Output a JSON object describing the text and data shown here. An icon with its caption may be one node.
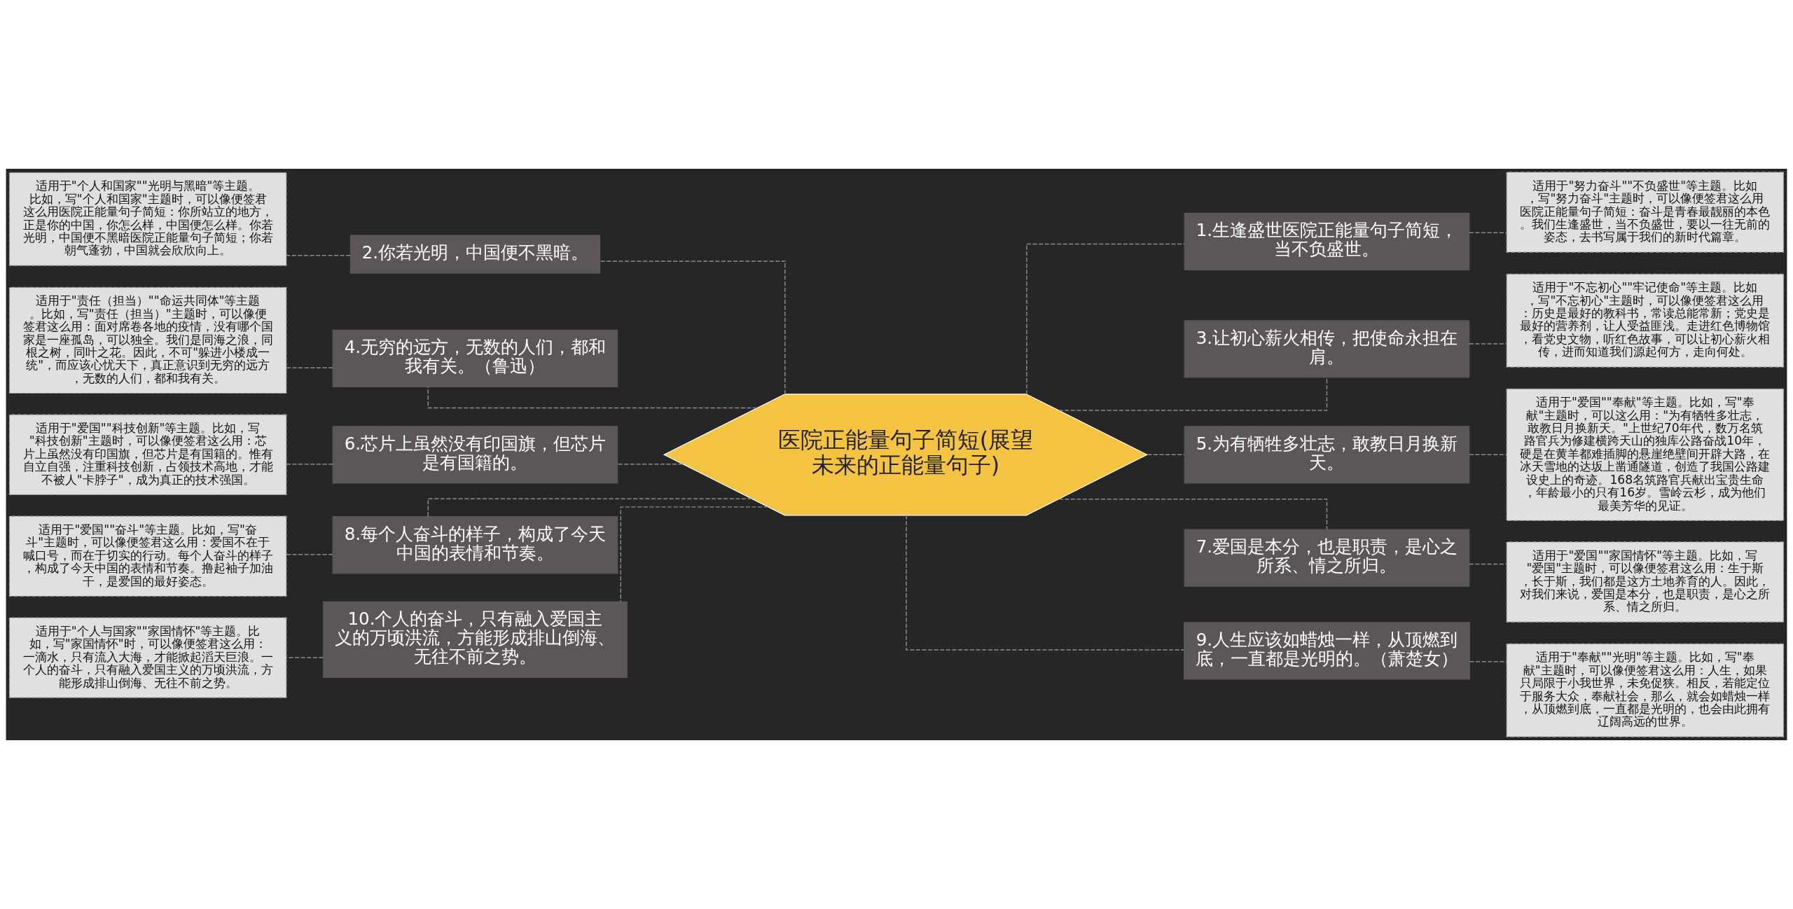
{
  "diagram": {
    "nodes": [
      {
        "text": [
          "医院正能量句子简短(展望未来的正能量句子)"
        ]
      },
      {
        "text": [
          "1.生逢盛世医院正能量句子简短，当不负盛世。"
        ]
      },
      {
        "text": [
          "适用于\"努力奋斗\"\"不负盛世\"等主题。比如，写\"努力奋斗\"主题时，可以像便签君这么用医院正能量句子简短：奋斗是青春最靓丽的本色。我们生逢盛世，当不负盛世，要以一往无前的姿态，去书写属于我们的新时代篇章。"
        ]
      },
      {
        "text": [
          "2.你若光明，中国便不黑暗。"
        ]
      },
      {
        "text": [
          "适用于\"个人和国家\"\"光明与黑暗\"等主题。比如，写\"个人和国家\"主题时，可以像便签君这么用医院正能量句子简短：你所站立的地方，正是你的中国，你怎么样，中国便怎么样。你若光明，中国便不黑暗医院正能量句子简短；你若朝气蓬勃，中国就会欣欣向上。"
        ]
      },
      {
        "text": [
          "3.让初心薪火相传，把使命永担在肩。"
        ]
      },
      {
        "text": [
          "适用于\"不忘初心\"\"牢记使命\"等主题。比如，写\"不忘初心\"主题时，可以像便签君这么用：历史是最好的教科书，常读总能常新；党史是最好的营养剂，让人受益匪浅。走进红色博物馆，看党史文物，听红色故事，可以让初心薪火相传，进而知道我们源起何方，走向何处。"
        ]
      },
      {
        "text": [
          "4.无穷的远方，无数的人们，都和我有关。（鲁迅）"
        ]
      },
      {
        "text": [
          "适用于\"责任（担当）\"\"命运共同体\"等主题。比如，写\"责任（担当）\"主题时，可以像便签君这么用：面对席卷各地的疫情，没有哪个国家是一座孤岛，可以独全。我们是同海之浪，同根之树，同叶之花。因此，不可\"躲进小楼成一统\"，而应该心忧天下，真正意识到无穷的远方，无数的人们，都和我有关。"
        ]
      },
      {
        "text": [
          "5.为有牺牲多壮志，敢教日月换新天。"
        ]
      },
      {
        "text": [
          "适用于\"爱国\"\"奉献\"等主题。比如，写\"奉献\"主题时，可以这么用：\"为有牺牲多壮志，敢教日月换新天。\"上世纪70年代，数万名筑路官兵为修建横跨天山的独库公路奋战10年，硬是在黄羊都难插脚的悬崖绝壁间开辟大路，在冰天雪地的达坂上凿通隧道，创造了我国公路建设史上的奇迹。168名筑路官兵献出宝贵生命，年龄最小的只有16岁。雪岭云杉，成为他们最美芳华的见证。"
        ]
      },
      {
        "text": [
          "6.芯片上虽然没有印国旗，但芯片是有国籍的。"
        ]
      },
      {
        "text": [
          "适用于\"爱国\"\"科技创新\"等主题。比如，写\"科技创新\"主题时，可以像便签君这么用：芯片上虽然没有印国旗，但芯片是有国籍的。惟有自立自强，注重科技创新，占领技术高地，才能不被人\"卡脖子\"，成为真正的技术强国。"
        ]
      },
      {
        "text": [
          "7.爱国是本分，也是职责，是心之所系、情之所归。"
        ]
      },
      {
        "text": [
          "适用于\"爱国\"\"家国情怀\"等主题。比如，写\"爱国\"主题时，可以像便签君这么用：生于斯，长于斯，我们都是这方土地养育的人。因此，对我们来说，爱国是本分，也是职责，是心之所系、情之所归。"
        ]
      },
      {
        "text": [
          "8.每个人奋斗的样子，构成了今天中国的表情和节奏。"
        ]
      },
      {
        "text": [
          "适用于\"爱国\"\"奋斗\"等主题。比如，写\"奋斗\"主题时，可以像便签君这么用：爱国不在于喊口号，而在于切实的行动。每个人奋斗的样子，构成了今天中国的表情和节奏。撸起袖子加油干，是爱国的最好姿态。"
        ]
      },
      {
        "text": [
          "9.人生应该如蜡烛一样，从顶燃到底，一直都是光明的。（萧楚女）"
        ]
      },
      {
        "text": [
          "适用于\"奉献\"\"光明\"等主题。比如，写\"奉献\"主题时，可以像便签君这么用：人生，如果只局限于小我世界，未免促狭。相反，若能定位于服务大众，奉献社会，那么，就会如蜡烛一样，从顶燃到底，一直都是光明的，也会由此拥有辽阔高远的世界。"
        ]
      },
      {
        "text": [
          "10.个人的奋斗，只有融入爱国主义的万顷洪流，方能形成排山倒海、无往不前之势。"
        ]
      },
      {
        "text": [
          "适用于\"个人与国家\"\"家国情怀\"等主题。比如，写\"家国情怀\"时，可以像便签君这么用：一滴水，只有流入大海，才能掀起滔天巨浪。一个人的奋斗，只有融入爱国主义的万顷洪流，方能形成排山倒海、无往不前之势。"
        ]
      }
    ],
    "edges": [
      {
        "from": 0,
        "to": 1,
        "arrow": "none",
        "style": "dashed"
      },
      {
        "from": 1,
        "to": 2,
        "arrow": "none",
        "style": "dashed"
      },
      {
        "from": 0,
        "to": 3,
        "arrow": "none",
        "style": "dashed"
      },
      {
        "from": 3,
        "to": 4,
        "arrow": "none",
        "style": "dashed"
      },
      {
        "from": 0,
        "to": 5,
        "arrow": "none",
        "style": "dashed"
      },
      {
        "from": 5,
        "to": 6,
        "arrow": "none",
        "style": "dashed"
      },
      {
        "from": 0,
        "to": 7,
        "arrow": "none",
        "style": "dashed"
      },
      {
        "from": 7,
        "to": 8,
        "arrow": "none",
        "style": "dashed"
      },
      {
        "from": 0,
        "to": 9,
        "arrow": "none",
        "style": "dashed"
      },
      {
        "from": 9,
        "to": 10,
        "arrow": "none",
        "style": "dashed"
      },
      {
        "from": 0,
        "to": 11,
        "arrow": "none",
        "style": "dashed"
      },
      {
        "from": 11,
        "to": 12,
        "arrow": "none",
        "style": "dashed"
      },
      {
        "from": 0,
        "to": 13,
        "arrow": "none",
        "style": "dashed"
      },
      {
        "from": 13,
        "to": 14,
        "arrow": "none",
        "style": "dashed"
      },
      {
        "from": 0,
        "to": 15,
        "arrow": "none",
        "style": "dashed"
      },
      {
        "from": 15,
        "to": 16,
        "arrow": "none",
        "style": "dashed"
      },
      {
        "from": 0,
        "to": 17,
        "arrow": "none",
        "style": "dashed"
      },
      {
        "from": 17,
        "to": 18,
        "arrow": "none",
        "style": "dashed"
      },
      {
        "from": 0,
        "to": 19,
        "arrow": "none",
        "style": "dashed"
      },
      {
        "from": 19,
        "to": 20,
        "arrow": "none",
        "style": "dashed"
      }
    ]
  }
}
